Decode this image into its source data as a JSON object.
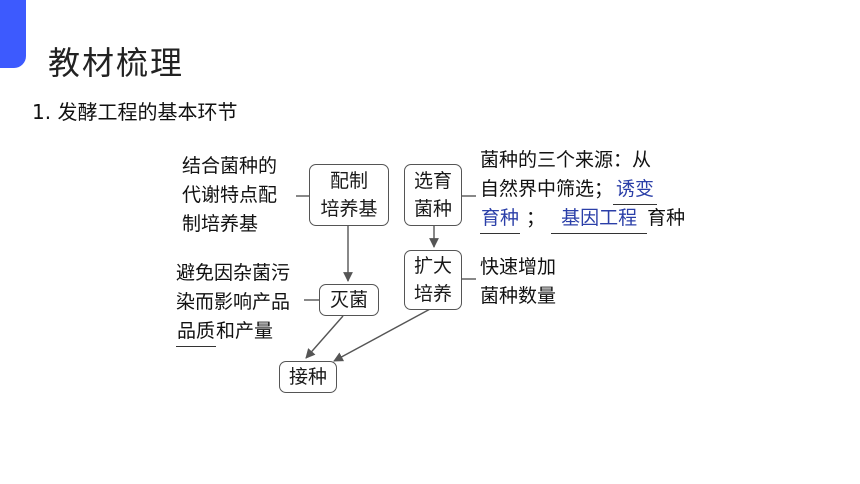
{
  "slide": {
    "title": "教材梳理",
    "subtitle": "1. 发酵工程的基本环节"
  },
  "diagram": {
    "boxes": {
      "medium": [
        "配制",
        "培养基"
      ],
      "select": [
        "选育",
        "菌种"
      ],
      "expand": [
        "扩大",
        "培养"
      ],
      "sterilize": "灭菌",
      "inoculate": "接种"
    },
    "notes": {
      "medium": [
        "结合菌种的",
        "代谢特点配",
        "制培养基"
      ],
      "select_line1": "菌种的三个来源：从",
      "select_line2_prefix": "自然界中筛选；",
      "select_answer1_part1": "诱变",
      "select_answer1_part2": "育种",
      "select_separator": "；",
      "select_answer2": "基因工程",
      "select_suffix": "育种",
      "sterilize_line1": "避免因杂菌污",
      "sterilize_line2": "染而影响产品",
      "sterilize_answer": "品质",
      "sterilize_suffix": "和产量",
      "expand": [
        "快速增加",
        "菌种数量"
      ]
    }
  },
  "colors": {
    "accent": "#3d5afe",
    "answer_text": "#2b3fa8"
  }
}
